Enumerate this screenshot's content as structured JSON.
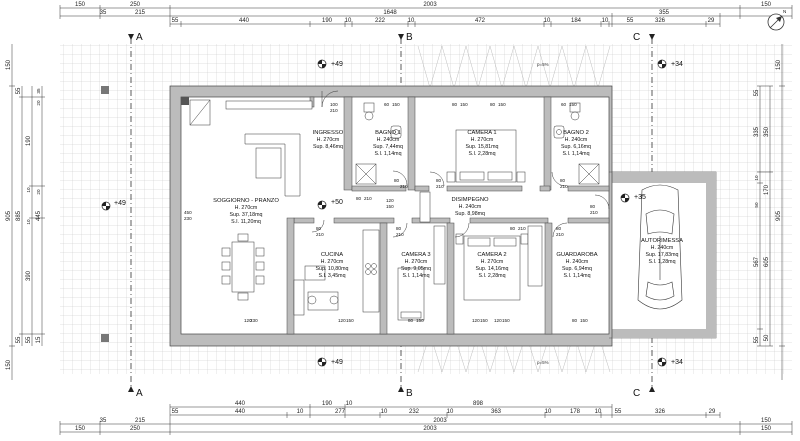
{
  "north": "N",
  "sections": {
    "a_top": "A",
    "a_bottom": "A",
    "b_top": "B",
    "b_bottom": "B",
    "c_top": "C",
    "c_bottom": "C"
  },
  "levels": {
    "top_left": "+49",
    "top_right": "+34",
    "left": "+49",
    "living": "+50",
    "garage": "+35",
    "bottom_left": "+49",
    "bottom_right": "+34"
  },
  "slopes": {
    "top": "p=5%",
    "bottom": "p=5%"
  },
  "top_dims": {
    "row1": [
      "150",
      "250",
      "2003",
      "150"
    ],
    "row2": [
      "35",
      "215",
      "1648",
      "355"
    ],
    "row3": [
      "55",
      "440",
      "190",
      "10",
      "222",
      "10",
      "472",
      "10",
      "184",
      "10",
      "55",
      "326",
      "29"
    ]
  },
  "bottom_dims": {
    "row1": [
      "440",
      "190",
      "10",
      "898"
    ],
    "row2": [
      "55",
      "440",
      "10",
      "277",
      "10",
      "232",
      "10",
      "363",
      "10",
      "178",
      "10",
      "55",
      "326",
      "29"
    ],
    "row3": [
      "35",
      "215",
      "2003",
      "150"
    ],
    "row4": [
      "150",
      "250",
      "2003",
      "150"
    ]
  },
  "left_dims": {
    "outer": [
      "150",
      "905",
      "150"
    ],
    "mid": [
      "55",
      "885",
      "55"
    ],
    "inner": [
      "190",
      "445",
      "390",
      "55",
      "15"
    ],
    "detail": [
      "35",
      "20",
      "20",
      "10",
      "10"
    ]
  },
  "right_dims": {
    "outer": [
      "55",
      "335",
      "350",
      "567",
      "170",
      "55"
    ],
    "mid": [
      "50",
      "605",
      "905"
    ],
    "inner": [
      "10",
      "50",
      "150"
    ]
  },
  "rooms": {
    "ingresso": {
      "name": "INGRESSO",
      "h": "H. 270cm",
      "sup": "Sup. 8,46mq"
    },
    "bagno1": {
      "name": "BAGNO 1",
      "h": "H. 240cm",
      "sup": "Sup. 7,44mq",
      "si": "S.I. 1,14mq"
    },
    "camera1": {
      "name": "CAMERA 1",
      "h": "H. 270cm",
      "sup": "Sup. 15,81mq",
      "si": "S.I. 2,28mq"
    },
    "bagno2": {
      "name": "BAGNO 2",
      "h": "H. 240cm",
      "sup": "Sup. 6,16mq",
      "si": "S.I. 1,14mq"
    },
    "soggiorno": {
      "name": "SOGGIORNO - PRANZO",
      "h": "H. 270cm",
      "sup": "Sup. 37,18mq",
      "si": "S.I. 11,20mq"
    },
    "disimpegno": {
      "name": "DISIMPEGNO",
      "h": "H. 240cm",
      "sup": "Sup. 8,98mq"
    },
    "cucina": {
      "name": "CUCINA",
      "h": "H. 270cm",
      "sup": "Sup. 10,80mq",
      "si": "S.I. 3,45mq"
    },
    "camera3": {
      "name": "CAMERA 3",
      "h": "H. 270cm",
      "sup": "Sup. 9,05mq",
      "si": "S.I. 1,14mq"
    },
    "camera2": {
      "name": "CAMERA 2",
      "h": "H. 270cm",
      "sup": "Sup. 14,16mq",
      "si": "S.I. 2,28mq"
    },
    "guardaroba": {
      "name": "GUARDAROBA",
      "h": "H. 240cm",
      "sup": "Sup. 6,94mq",
      "si": "S.I. 1,14mq"
    },
    "autorimessa": {
      "name": "AUTORIMESSA",
      "h": "H. 240cm",
      "sup": "Sup. 17,83mq",
      "si": "S.I. 1,28mq"
    }
  },
  "openings": {
    "ingresso_door": "100",
    "ingresso_door_h": "210",
    "bagno1_w": "60",
    "bagno1_wh": "150",
    "camera1_w1": "80",
    "camera1_wh1": "150",
    "camera1_w2": "80",
    "camera1_wh2": "150",
    "bagno2_w": "60",
    "bagno2_wh": "150",
    "bagno1_d": "80",
    "bagno1_dh": "210",
    "bagno2_d": "80",
    "bagno2_dh": "210",
    "camera1_d": "80",
    "camera1_dh": "210",
    "camera3_d": "80",
    "camera3_dh": "210",
    "camera2_d": "80",
    "camera2_dh": "210",
    "guard_d": "80",
    "guard_dh": "210",
    "garage_d": "80",
    "garage_dh": "210",
    "sogg_win": "450",
    "sogg_winh": "230",
    "sogg_bot": "120",
    "sogg_both": "230",
    "cucina_w": "120",
    "cucina_wh": "150",
    "camera3_w": "80",
    "camera3_wh": "150",
    "camera2_w1": "120",
    "camera2_wh1": "150",
    "camera2_w2": "120",
    "camera2_wh2": "150",
    "guard_w": "80",
    "guard_wh": "150",
    "disimp_d": "80",
    "disimp_dh": "210",
    "camera3_bw": "120",
    "camera3_bwh": "150",
    "cucina_d": "80",
    "cucina_dh": "210"
  }
}
